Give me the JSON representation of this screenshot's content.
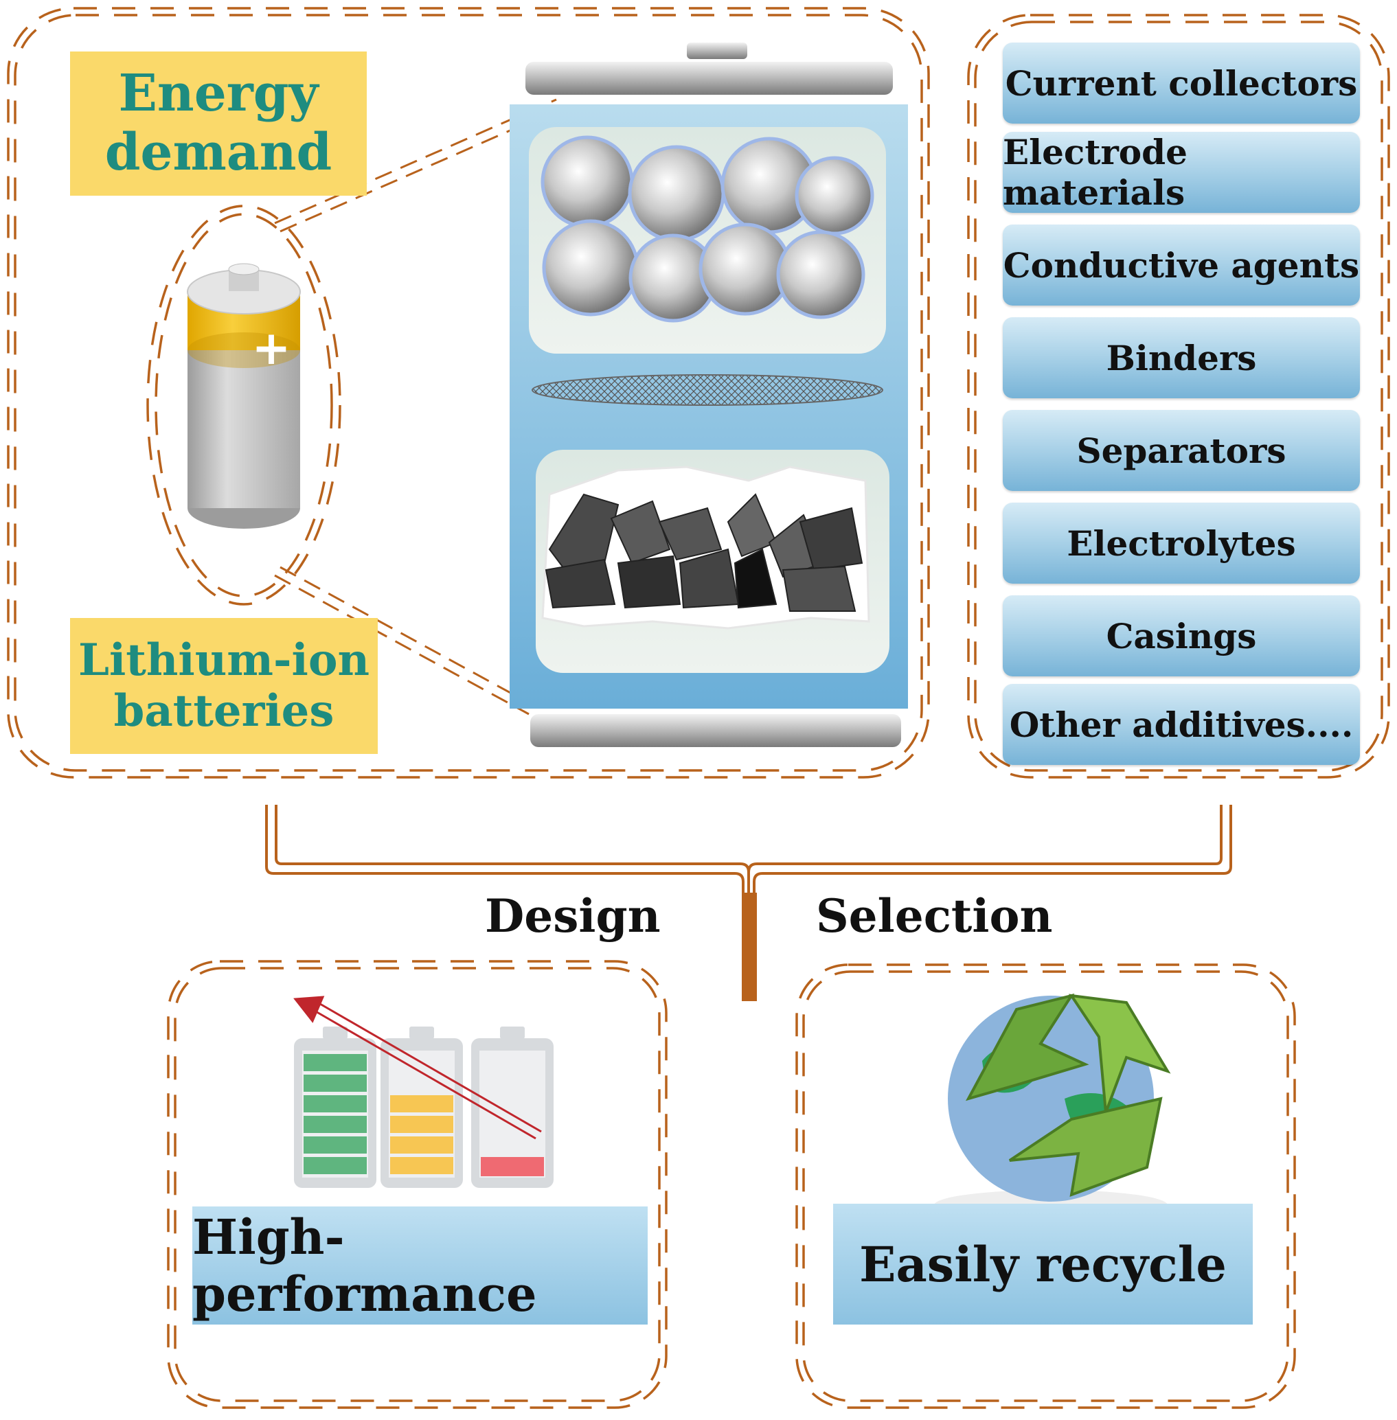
{
  "labels": {
    "energy_demand": "Energy demand",
    "lithium_ion_batteries": "Lithium-ion batteries"
  },
  "components": [
    "Current collectors",
    "Electrode materials",
    "Conductive agents",
    "Binders",
    "Separators",
    "Electrolytes",
    "Casings",
    "Other additives...."
  ],
  "steps": {
    "design": "Design",
    "selection": "Selection"
  },
  "outcomes": {
    "high_performance": "High-performance",
    "easily_recycle": "Easily recycle"
  },
  "battery_symbol": "+",
  "battery_levels": [
    {
      "level": "full",
      "color": "#5fb57f"
    },
    {
      "level": "medium",
      "color": "#f7c653"
    },
    {
      "level": "low",
      "color": "#ef6a72"
    }
  ],
  "colors": {
    "dashed_border": "#b8621c",
    "connector": "#b8621c",
    "label_bg": "#fad96a",
    "label_text": "#1e8c80",
    "component_bg": "#a7d0e7",
    "arrow": "#c0262c"
  },
  "icons": [
    "battery-icon",
    "battery-level-icon",
    "recycle-earth-icon",
    "sphere-particle-icon",
    "crystal-particle-icon"
  ]
}
